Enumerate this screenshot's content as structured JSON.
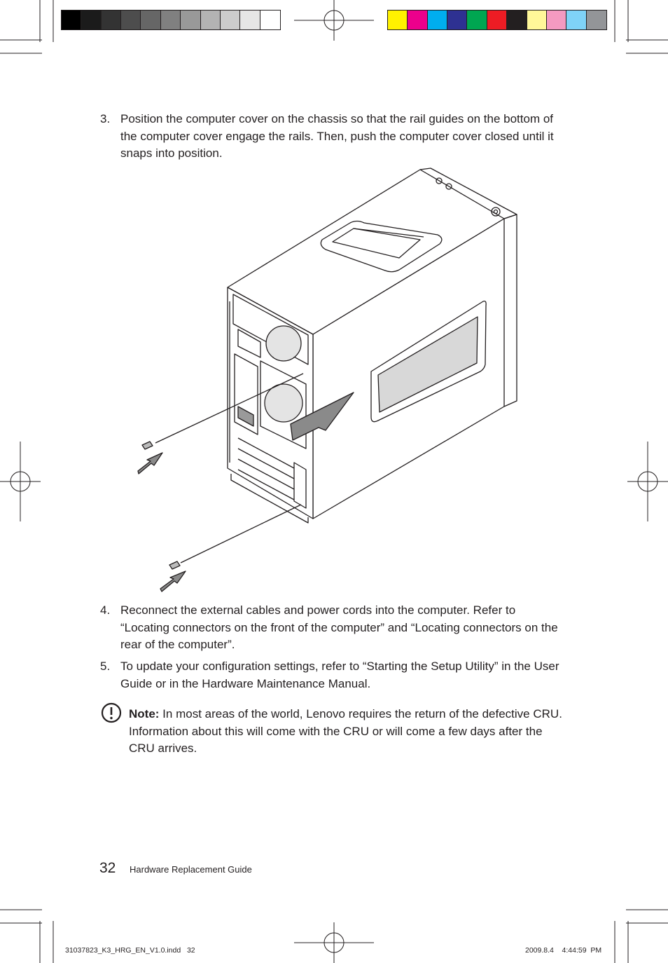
{
  "calibration": {
    "gray_swatches": [
      "#000000",
      "#1b1b1b",
      "#333333",
      "#4d4d4d",
      "#666666",
      "#808080",
      "#999999",
      "#b3b3b3",
      "#cccccc",
      "#e6e6e6",
      "#ffffff"
    ],
    "color_swatches": [
      "#fff200",
      "#ec008c",
      "#00aeef",
      "#2e3192",
      "#00a651",
      "#ed1c24",
      "#231f20",
      "#fff799",
      "#f49ac1",
      "#7fd3f7",
      "#939598"
    ]
  },
  "steps": [
    {
      "number": "3.",
      "text": "Position the computer cover on the chassis so that the rail guides on the bottom of the computer cover engage the rails. Then, push the computer cover closed until it snaps into position."
    },
    {
      "number": "4.",
      "text": "Reconnect the external cables and power cords into the computer. Refer to “Locating connectors on the front of the computer” and “Locating connectors on the rear of the computer”."
    },
    {
      "number": "5.",
      "text": "To update your configuration settings, refer to “Starting the Setup Utility” in the User Guide or in the Hardware Maintenance Manual."
    }
  ],
  "note": {
    "icon": "attention-icon",
    "label": "Note:",
    "text": " In most areas of the world, Lenovo requires the return of the defective CRU. Information about this will come with the CRU or will come a few days after the CRU arrives."
  },
  "footer": {
    "page_number": "32",
    "title": "Hardware Replacement Guide"
  },
  "slug": {
    "file": "31037823_K3_HRG_EN_V1.0.indd   32",
    "date": "2009.8.4    4:44:59  PM"
  }
}
